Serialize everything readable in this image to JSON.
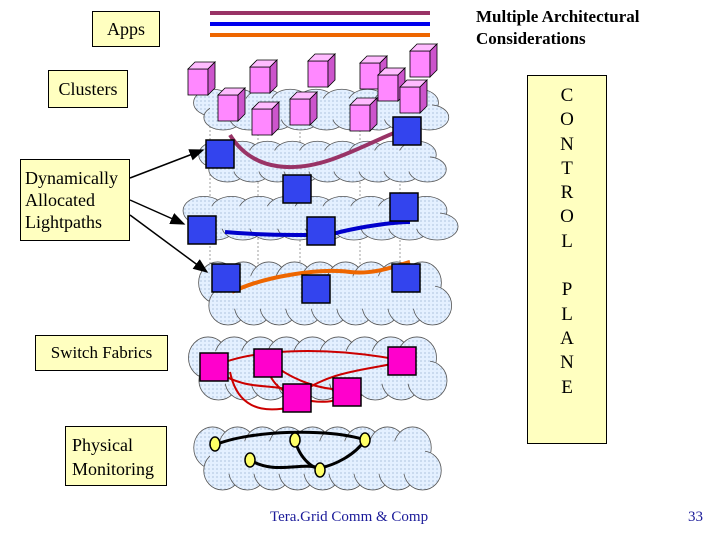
{
  "title": {
    "line1": "Multiple Architectural",
    "line2": "Considerations"
  },
  "labels": {
    "apps": "Apps",
    "clusters": "Clusters",
    "lightpaths": [
      "Dynamically",
      "Allocated",
      "Lightpaths"
    ],
    "switch_fabrics": "Switch Fabrics",
    "monitoring": [
      "Physical",
      "Monitoring"
    ]
  },
  "control_plane": {
    "letters": [
      "C",
      "O",
      "N",
      "T",
      "R",
      "O",
      "L",
      "",
      "P",
      "L",
      "A",
      "N",
      "E"
    ]
  },
  "footer": {
    "text": "Tera.Grid Comm & Comp",
    "page": "33"
  },
  "colors": {
    "label_fill": "#ffffc0",
    "cloud": "#ddeeff",
    "app_bar_1": "#993366",
    "app_bar_2": "#0000ee",
    "app_bar_3": "#ee6600",
    "cluster_node": "#ff88ff",
    "lightpath_node": "#3344ee",
    "switch_node": "#ff00cc",
    "monitor_node": "#ffff66",
    "footer_text": "#1a1a99"
  }
}
